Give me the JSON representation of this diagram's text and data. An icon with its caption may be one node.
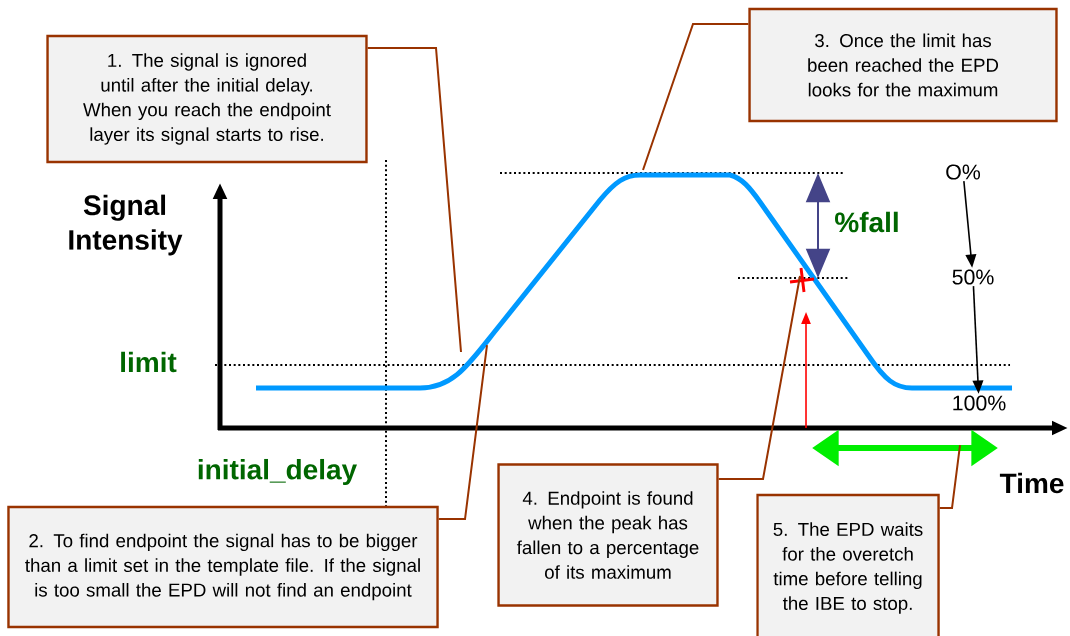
{
  "diagram": {
    "nodes": [
      {
        "text": [
          "1. The signal is ignored until after the initial delay. When you reach the endpoint layer its signal starts to rise."
        ]
      },
      {
        "text": [
          "2. To find endpoint the signal has to be bigger than a limit set in the template file. If the signal is too small the EPD will not find an endpoint"
        ]
      },
      {
        "text": [
          "3. Once the limit has been reached the EPD looks for the maximum"
        ]
      },
      {
        "text": [
          "4. Endpoint is found when the peak has fallen to a percentage of its maximum"
        ]
      },
      {
        "text": [
          "5. The EPD waits for the overetch time before telling the IBE to stop."
        ]
      },
      {
        "text": [
          "O%"
        ]
      },
      {
        "text": [
          "50%"
        ]
      },
      {
        "text": [
          "100%"
        ]
      }
    ],
    "edges": [
      {
        "from": 0,
        "to": null,
        "arrow": "none"
      },
      {
        "from": 1,
        "to": null,
        "arrow": "none"
      },
      {
        "from": 2,
        "to": null,
        "arrow": "none"
      },
      {
        "from": 3,
        "to": null,
        "arrow": "none"
      },
      {
        "from": 4,
        "to": null,
        "arrow": "none"
      },
      {
        "from": 5,
        "to": 6,
        "arrow": "to",
        "color": "#000000"
      },
      {
        "from": 6,
        "to": 7,
        "arrow": "to",
        "color": "#000000"
      }
    ],
    "labels": [
      "Signal Intensity",
      "%fall",
      "limit",
      "initial_delay",
      "Time"
    ]
  }
}
